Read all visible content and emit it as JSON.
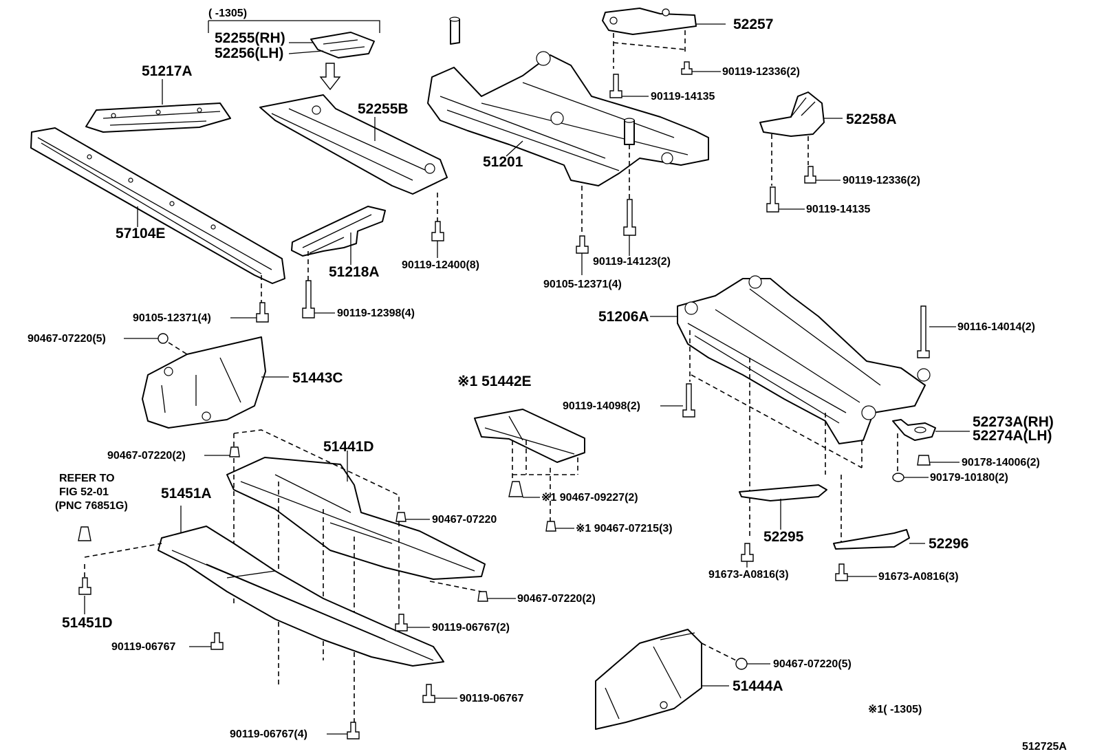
{
  "labels": {
    "date_range_top": "(      -1305)",
    "p52255": "52255(RH)",
    "p52256": "52256(LH)",
    "p51217A": "51217A",
    "p52255B": "52255B",
    "p51201": "51201",
    "p52257": "52257",
    "p52258A": "52258A",
    "p57104E": "57104E",
    "p51218A": "51218A",
    "p51206A": "51206A",
    "p51443C": "51443C",
    "p51442E": "※1 51442E",
    "p51441D": "51441D",
    "p51451A": "51451A",
    "p51451D": "51451D",
    "p52273A": "52273A(RH)",
    "p52274A": "52274A(LH)",
    "p52295": "52295",
    "p52296": "52296",
    "p51444A": "51444A",
    "f_90119_12336_a": "90119-12336(2)",
    "f_90119_14135_a": "90119-14135",
    "f_90119_12336_b": "90119-12336(2)",
    "f_90119_14135_b": "90119-14135",
    "f_90119_12400": "90119-12400(8)",
    "f_90119_14123": "90119-14123(2)",
    "f_90105_12371_a": "90105-12371(4)",
    "f_90105_12371_b": "90105-12371(4)",
    "f_90119_12398": "90119-12398(4)",
    "f_90467_07220_5a": "90467-07220(5)",
    "f_90116_14014": "90116-14014(2)",
    "f_90119_14098": "90119-14098(2)",
    "f_90467_07220_2a": "90467-07220(2)",
    "f_90467_09227": "※1 90467-09227(2)",
    "f_90467_07220": "90467-07220",
    "f_90467_07215": "※1 90467-07215(3)",
    "f_90178_14006": "90178-14006(2)",
    "f_90179_10180": "90179-10180(2)",
    "f_91673_a": "91673-A0816(3)",
    "f_91673_b": "91673-A0816(3)",
    "f_90467_07220_2b": "90467-07220(2)",
    "f_90119_06767_2": "90119-06767(2)",
    "f_90119_06767_a": "90119-06767",
    "f_90119_06767_b": "90119-06767",
    "f_90119_06767_4": "90119-06767(4)",
    "f_90467_07220_5b": "90467-07220(5)",
    "refer1": "REFER TO",
    "refer2": "FIG 52-01",
    "refer3": "(PNC 76851G)",
    "footnote": "※1(      -1305)",
    "fig_id": "512725A"
  }
}
